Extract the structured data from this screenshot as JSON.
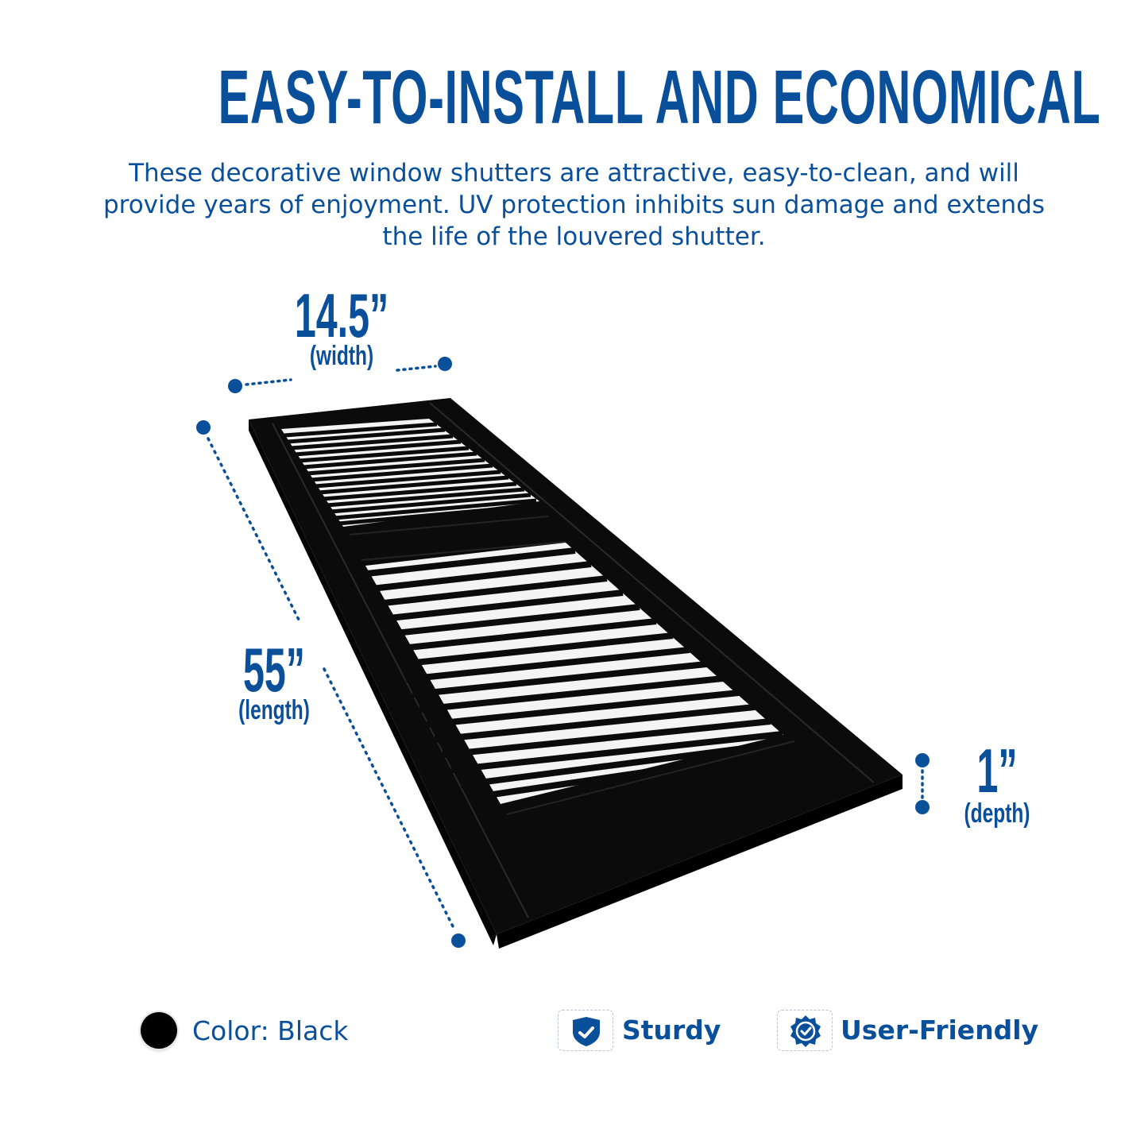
{
  "headline": "EASY-TO-INSTALL AND ECONOMICAL",
  "description": "These decorative window shutters are attractive, easy-to-clean, and will provide years of enjoyment. UV protection inhibits sun damage and extends the life of the louvered shutter.",
  "dimensions": {
    "width": {
      "value": "14.5”",
      "unit": "(width)"
    },
    "length": {
      "value": "55”",
      "unit": "(length)"
    },
    "depth": {
      "value": "1”",
      "unit": "(depth)"
    }
  },
  "features": {
    "color": {
      "label": "Color: Black",
      "swatch": "#000000"
    },
    "sturdy": {
      "label": "Sturdy",
      "icon": "shield-check-icon"
    },
    "user_friendly": {
      "label": "User-Friendly",
      "icon": "badge-check-icon"
    }
  },
  "colors": {
    "brand_blue": "#0a4f9a",
    "shutter": "#0b0b0b"
  }
}
